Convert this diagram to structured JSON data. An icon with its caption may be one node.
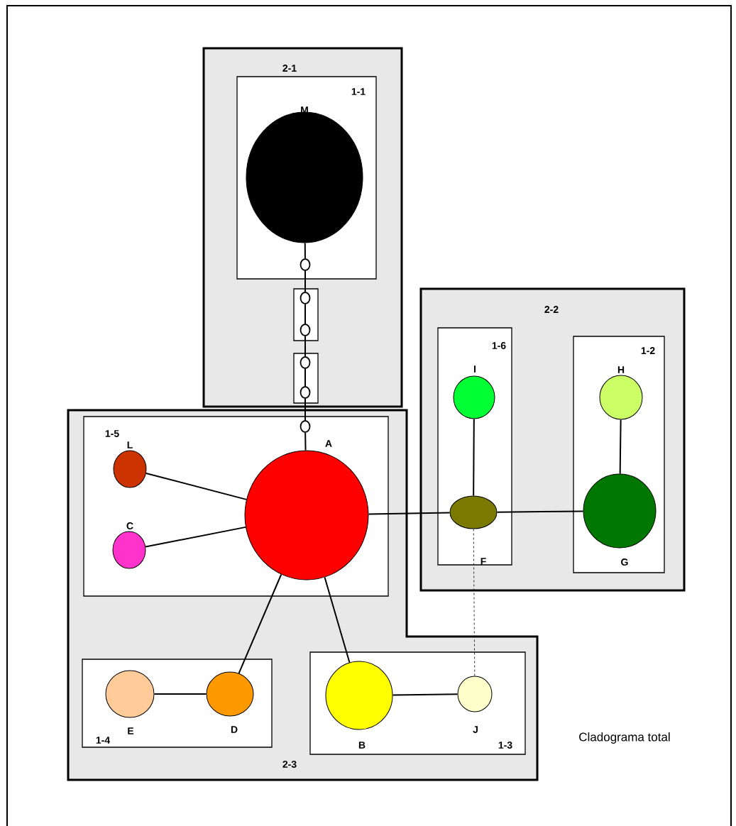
{
  "diagram": {
    "nodes": [
      {
        "text": [
          "2-1"
        ]
      },
      {
        "text": [
          "1-1"
        ],
        "in": 0
      },
      {
        "text": [
          "M"
        ],
        "in": 1
      },
      {
        "text": [],
        "shape": "circle",
        "in": 1
      },
      {
        "text": [],
        "shape": "box",
        "in": 0
      },
      {
        "text": [],
        "shape": "circle",
        "in": 4
      },
      {
        "text": [],
        "shape": "circle",
        "in": 4
      },
      {
        "text": [],
        "shape": "box",
        "in": 0
      },
      {
        "text": [],
        "shape": "circle",
        "in": 7
      },
      {
        "text": [],
        "shape": "circle",
        "in": 7
      },
      {
        "text": [
          "2-2"
        ]
      },
      {
        "text": [
          "1-6"
        ],
        "in": 10
      },
      {
        "text": [
          "I"
        ],
        "in": 11
      },
      {
        "text": [
          "F"
        ],
        "in": 11
      },
      {
        "text": [
          "1-2"
        ],
        "in": 10
      },
      {
        "text": [
          "H"
        ],
        "in": 14
      },
      {
        "text": [
          "G"
        ],
        "in": 14
      },
      {
        "text": [
          "2-3"
        ]
      },
      {
        "text": [
          "1-5"
        ],
        "in": 17
      },
      {
        "text": [
          "L"
        ],
        "in": 18
      },
      {
        "text": [],
        "shape": "circle",
        "in": 18
      },
      {
        "text": [
          "A"
        ],
        "in": 18
      },
      {
        "text": [
          "C"
        ],
        "in": 18
      },
      {
        "text": [
          "1-4"
        ],
        "in": 17
      },
      {
        "text": [
          "E"
        ],
        "in": 23
      },
      {
        "text": [
          "D"
        ],
        "in": 23
      },
      {
        "text": [
          "1-3"
        ],
        "in": 17
      },
      {
        "text": [
          "B"
        ],
        "in": 26
      },
      {
        "text": [
          "J"
        ],
        "in": 26
      }
    ],
    "edges": [
      {
        "from": 2,
        "to": 3,
        "arrow": "none"
      },
      {
        "from": 3,
        "to": 5,
        "arrow": "none"
      },
      {
        "from": 5,
        "to": 6,
        "arrow": "none"
      },
      {
        "from": 6,
        "to": 8,
        "arrow": "none"
      },
      {
        "from": 8,
        "to": 9,
        "arrow": "none"
      },
      {
        "from": 9,
        "to": 20,
        "arrow": "none"
      },
      {
        "from": 20,
        "to": 21,
        "arrow": "none"
      },
      {
        "from": 19,
        "to": 21,
        "arrow": "none"
      },
      {
        "from": 22,
        "to": 21,
        "arrow": "none"
      },
      {
        "from": 21,
        "to": 13,
        "arrow": "none"
      },
      {
        "from": 12,
        "to": 13,
        "arrow": "none"
      },
      {
        "from": 13,
        "to": 16,
        "arrow": "none"
      },
      {
        "from": 15,
        "to": 16,
        "arrow": "none"
      },
      {
        "from": 21,
        "to": 25,
        "arrow": "none"
      },
      {
        "from": 21,
        "to": 27,
        "arrow": "none"
      },
      {
        "from": 24,
        "to": 25,
        "arrow": "none"
      },
      {
        "from": 27,
        "to": 28,
        "arrow": "none"
      },
      {
        "from": 13,
        "to": 28,
        "arrow": "none",
        "style": "dashed"
      }
    ],
    "labels": [
      "Cladograma total"
    ]
  }
}
